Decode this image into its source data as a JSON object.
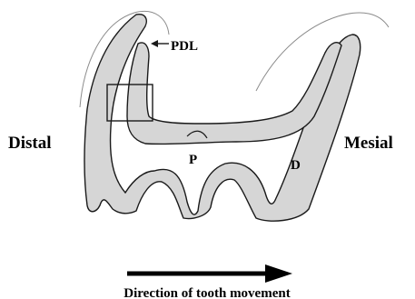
{
  "labels": {
    "pdl": "PDL",
    "distal": "Distal",
    "mesial": "Mesial",
    "p": "P",
    "d": "D",
    "caption": "Direction of tooth movement"
  },
  "colors": {
    "tissue_fill": "#d6d6d6",
    "outline": "#1a1a1a",
    "gingiva_line": "#8c8c8c",
    "background": "#ffffff"
  }
}
